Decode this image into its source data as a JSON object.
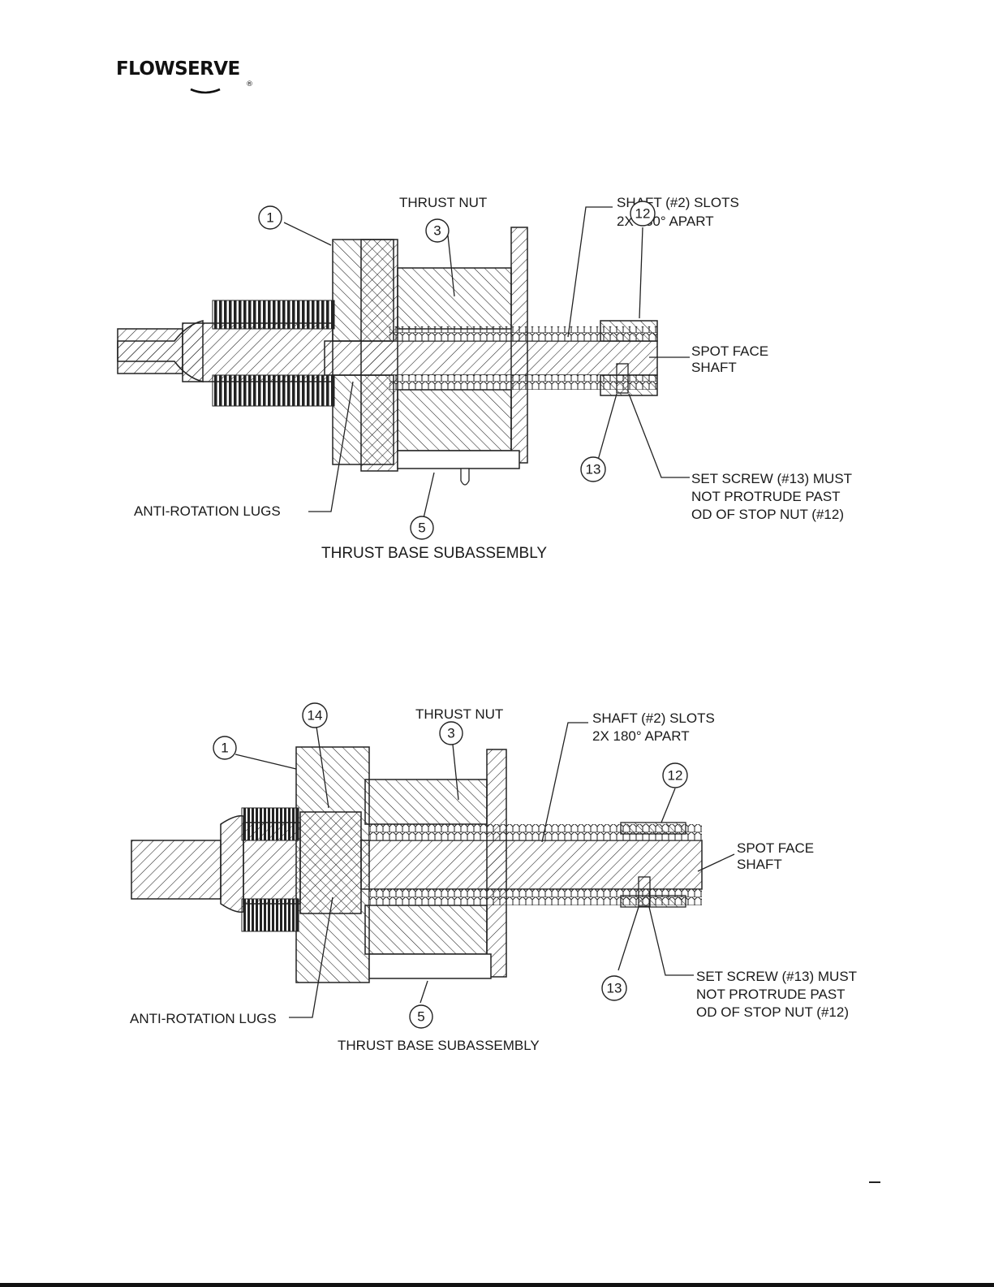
{
  "header": {
    "brand": "FLOWSERVE",
    "registered_mark": "®"
  },
  "figures": [
    {
      "thrust_nut": "THRUST NUT",
      "shaft_slots_line1": "SHAFT (#2) SLOTS",
      "shaft_slots_line2": "2X 180° APART",
      "spot_face_line1": "SPOT FACE",
      "spot_face_line2": "SHAFT",
      "set_screw_line1": "SET SCREW (#13) MUST",
      "set_screw_line2": "NOT PROTRUDE PAST",
      "set_screw_line3": "OD OF STOP NUT (#12)",
      "anti_rotation": "ANTI-ROTATION LUGS",
      "subassembly": "THRUST BASE SUBASSEMBLY",
      "callouts": {
        "c1": "1",
        "c3": "3",
        "c5": "5",
        "c12": "12",
        "c13": "13"
      }
    },
    {
      "thrust_nut": "THRUST NUT",
      "shaft_slots_line1": "SHAFT (#2) SLOTS",
      "shaft_slots_line2": "2X 180° APART",
      "spot_face_line1": "SPOT FACE",
      "spot_face_line2": "SHAFT",
      "set_screw_line1": "SET SCREW (#13) MUST",
      "set_screw_line2": "NOT PROTRUDE PAST",
      "set_screw_line3": "OD OF STOP NUT (#12)",
      "anti_rotation": "ANTI-ROTATION LUGS",
      "subassembly": "THRUST BASE SUBASSEMBLY",
      "callouts": {
        "c1": "1",
        "c3": "3",
        "c5": "5",
        "c12": "12",
        "c13": "13",
        "c14": "14"
      }
    }
  ],
  "colors": {
    "ink": "#1a1a1a",
    "paper": "#ffffff"
  }
}
